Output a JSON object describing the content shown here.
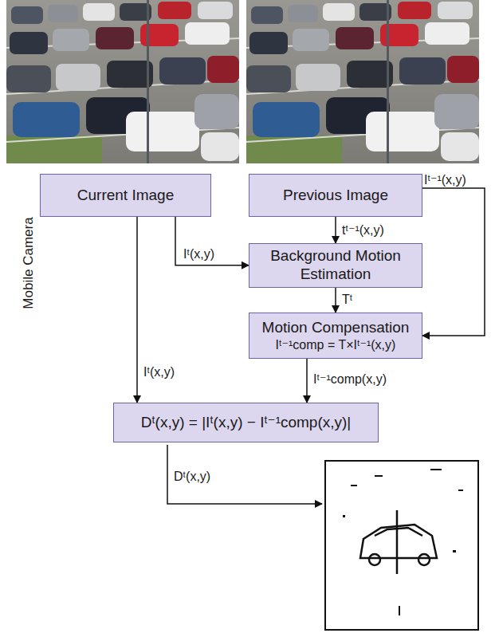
{
  "diagram": {
    "nodes": [
      {
        "text": [
          "Current Image"
        ]
      },
      {
        "text": [
          "Previous Image"
        ]
      },
      {
        "text": [
          "Background Motion Estimation"
        ]
      },
      {
        "text": [
          "Motion Compensation",
          "Iᵗ⁻¹comp = T×Iᵗ⁻¹(x,y)"
        ]
      },
      {
        "text": [
          "Dᵗ(x,y) = |Iᵗ(x,y) − Iᵗ⁻¹comp(x,y)|"
        ]
      }
    ],
    "edges": [
      {
        "from": 1,
        "to": 2,
        "label": "tᵗ⁻¹(x,y)",
        "arrow": "to"
      },
      {
        "from": 0,
        "to": 2,
        "label": "Iᵗ(x,y)",
        "arrow": "to"
      },
      {
        "from": 2,
        "to": 3,
        "label": "Tᵗ",
        "arrow": "to"
      },
      {
        "from": 1,
        "to": 3,
        "label": "Iᵗ⁻¹(x,y)",
        "arrow": "to"
      },
      {
        "from": 0,
        "to": 4,
        "label": "Iᵗ(x,y)",
        "arrow": "to"
      },
      {
        "from": 3,
        "to": 4,
        "label": "Iᵗ⁻¹comp(x,y)",
        "arrow": "to"
      }
    ],
    "labels": [
      "Dᵗ(x,y)",
      "Mobile Camera"
    ]
  }
}
